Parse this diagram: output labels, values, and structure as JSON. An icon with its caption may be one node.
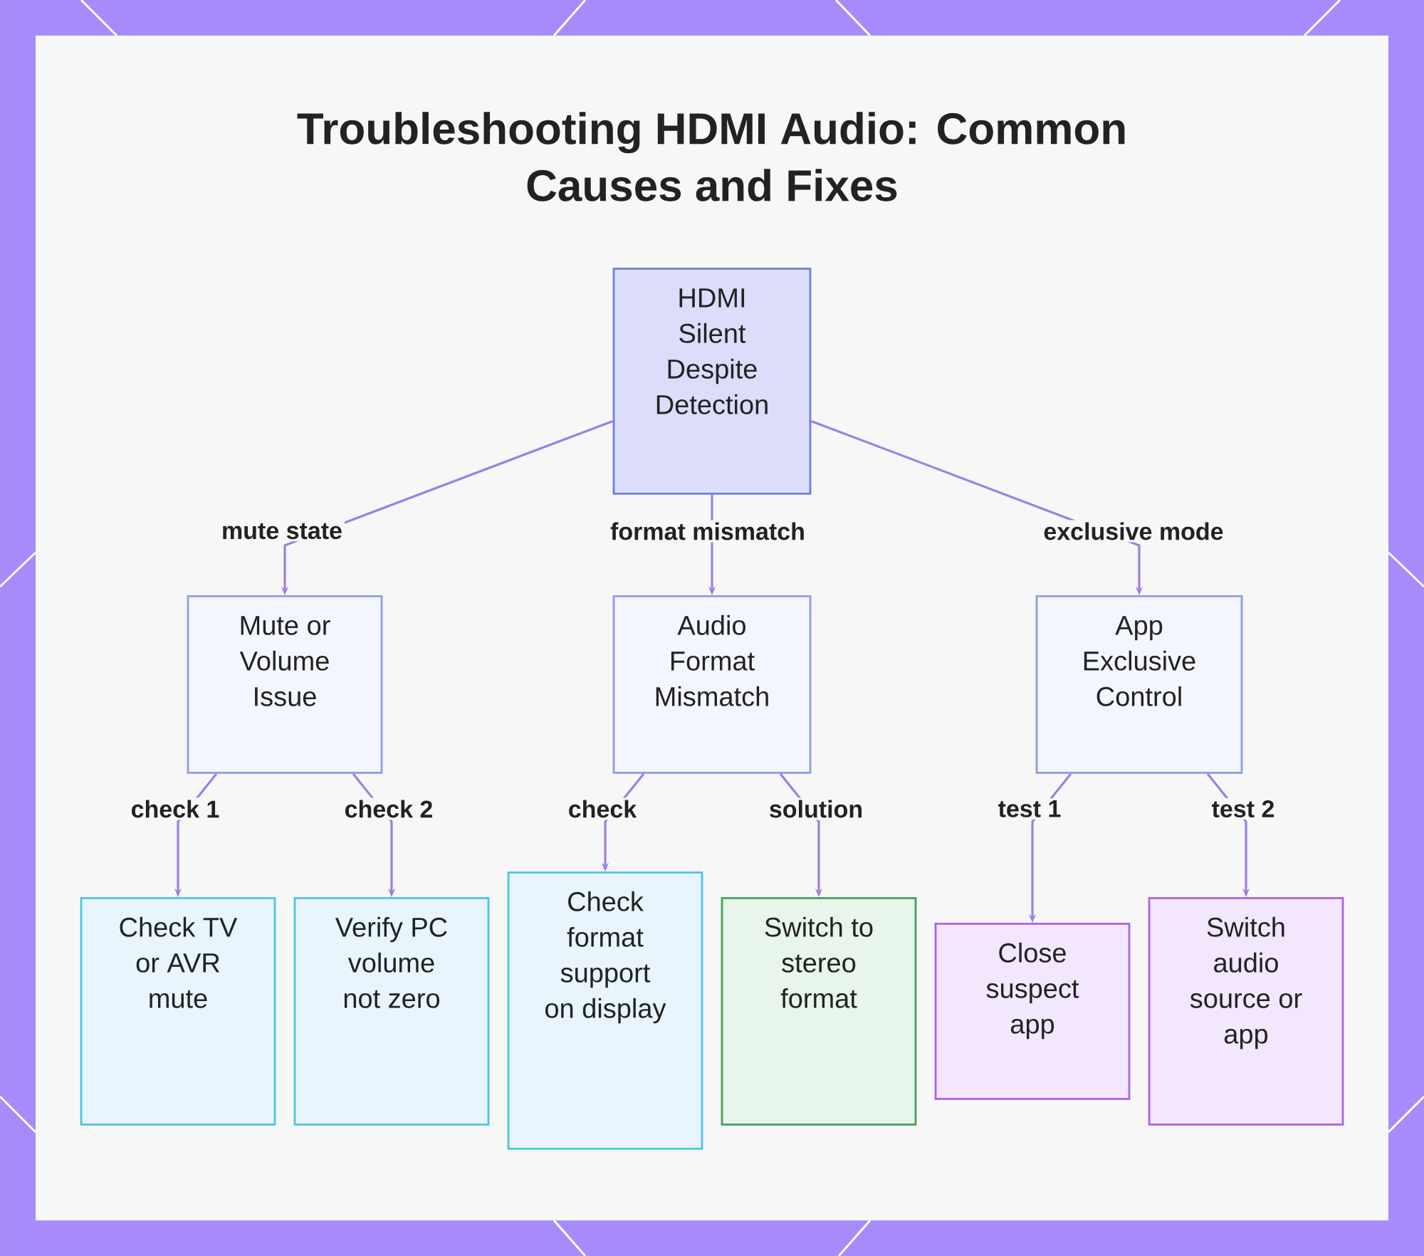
{
  "diagram": {
    "title": "Troubleshooting HDMI Audio: Common Causes and Fixes",
    "nodes": [
      {
        "text": [
          "HDMI Silent Despite Detection"
        ]
      },
      {
        "text": [
          "Mute or Volume Issue"
        ]
      },
      {
        "text": [
          "Audio Format Mismatch"
        ]
      },
      {
        "text": [
          "App Exclusive Control"
        ]
      },
      {
        "text": [
          "Check TV or AVR mute"
        ]
      },
      {
        "text": [
          "Verify PC volume not zero"
        ]
      },
      {
        "text": [
          "Check format support on display"
        ]
      },
      {
        "text": [
          "Switch to stereo format"
        ]
      },
      {
        "text": [
          "Close suspect app"
        ]
      },
      {
        "text": [
          "Switch audio source or app"
        ]
      }
    ],
    "edges": [
      {
        "from": 0,
        "to": 1,
        "arrow": "to",
        "label": "mute state"
      },
      {
        "from": 0,
        "to": 2,
        "arrow": "to",
        "label": "format mismatch"
      },
      {
        "from": 0,
        "to": 3,
        "arrow": "to",
        "label": "exclusive mode"
      },
      {
        "from": 1,
        "to": 4,
        "arrow": "to",
        "label": "check 1"
      },
      {
        "from": 1,
        "to": 5,
        "arrow": "to",
        "label": "check 2"
      },
      {
        "from": 2,
        "to": 6,
        "arrow": "to",
        "label": "check"
      },
      {
        "from": 2,
        "to": 7,
        "arrow": "to",
        "label": "solution"
      },
      {
        "from": 3,
        "to": 8,
        "arrow": "to",
        "label": "test 1"
      },
      {
        "from": 3,
        "to": 9,
        "arrow": "to",
        "label": "test 2"
      }
    ]
  }
}
